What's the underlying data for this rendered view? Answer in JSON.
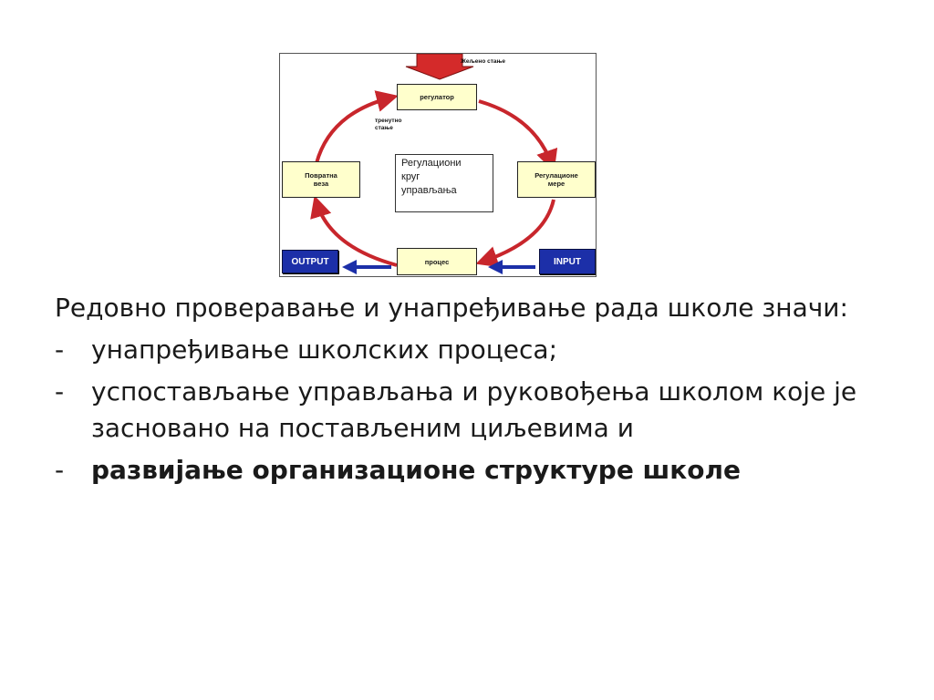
{
  "diagram": {
    "desired_state": "Жељено стање",
    "regulator": "регулатор",
    "current_state": [
      "тренутно",
      "стање"
    ],
    "feedback": [
      "Повратна",
      "веза"
    ],
    "measures": [
      "Регулационе",
      "мере"
    ],
    "center": [
      "Регулациони",
      "круг",
      "управљања"
    ],
    "process": "процес",
    "output": "OUTPUT",
    "input": "INPUT",
    "colors": {
      "cycle_arrow": "#c8262c",
      "box_fill": "#ffffcc",
      "io_fill": "#1c2fa8",
      "flow_arrow": "#1c2fa8"
    }
  },
  "text": {
    "intro": "Редовно проверавање и унапређивање рада школе значи:",
    "items": [
      {
        "dash": "-",
        "text": "унапређивање школских процеса;"
      },
      {
        "dash": "-",
        "text": "успостављање управљања и руковођења школом које је засновано на постављеним циљевима и"
      },
      {
        "dash": "-",
        "text": "развијање организационе структуре школе"
      }
    ]
  }
}
